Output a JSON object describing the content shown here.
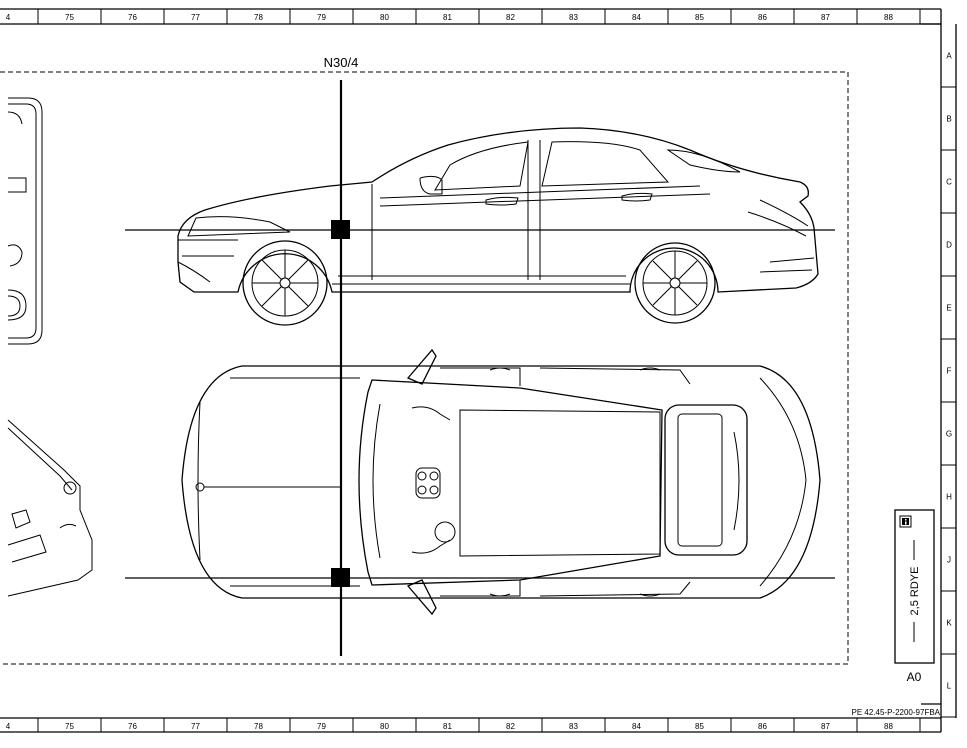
{
  "frame": {
    "columns": [
      "4",
      "75",
      "76",
      "77",
      "78",
      "79",
      "80",
      "81",
      "82",
      "83",
      "84",
      "85",
      "86",
      "87",
      "88"
    ],
    "rows": [
      "A",
      "B",
      "C",
      "D",
      "E",
      "F",
      "G",
      "H",
      "J",
      "K",
      "L"
    ]
  },
  "component": {
    "label": "N30/4"
  },
  "wire_box": {
    "wire_label": "2,5 RDYE",
    "info_icon": "info-icon",
    "ground_label": "A0"
  },
  "document": {
    "reference": "PE 42.45-P-2200-97FBA"
  }
}
